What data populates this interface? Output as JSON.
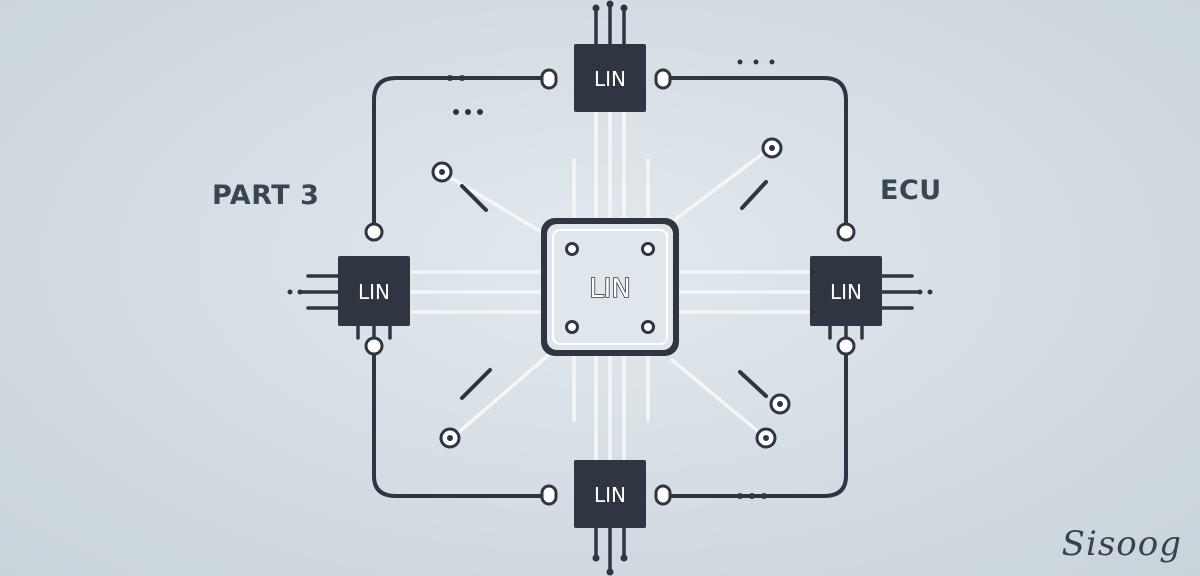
{
  "labels": {
    "left": "PART 3",
    "right": "ECU"
  },
  "nodes": {
    "top": "LIN",
    "left": "LIN",
    "right": "LIN",
    "bottom": "LIN",
    "center": "LIN"
  },
  "watermark": "Sisoog",
  "colors": {
    "background": "#d4dde3",
    "chip_dark": "#2f3641",
    "wire_dark": "#2f3641",
    "trace_light": "#f4f7f9",
    "center_fill": "#dfe7ec"
  }
}
